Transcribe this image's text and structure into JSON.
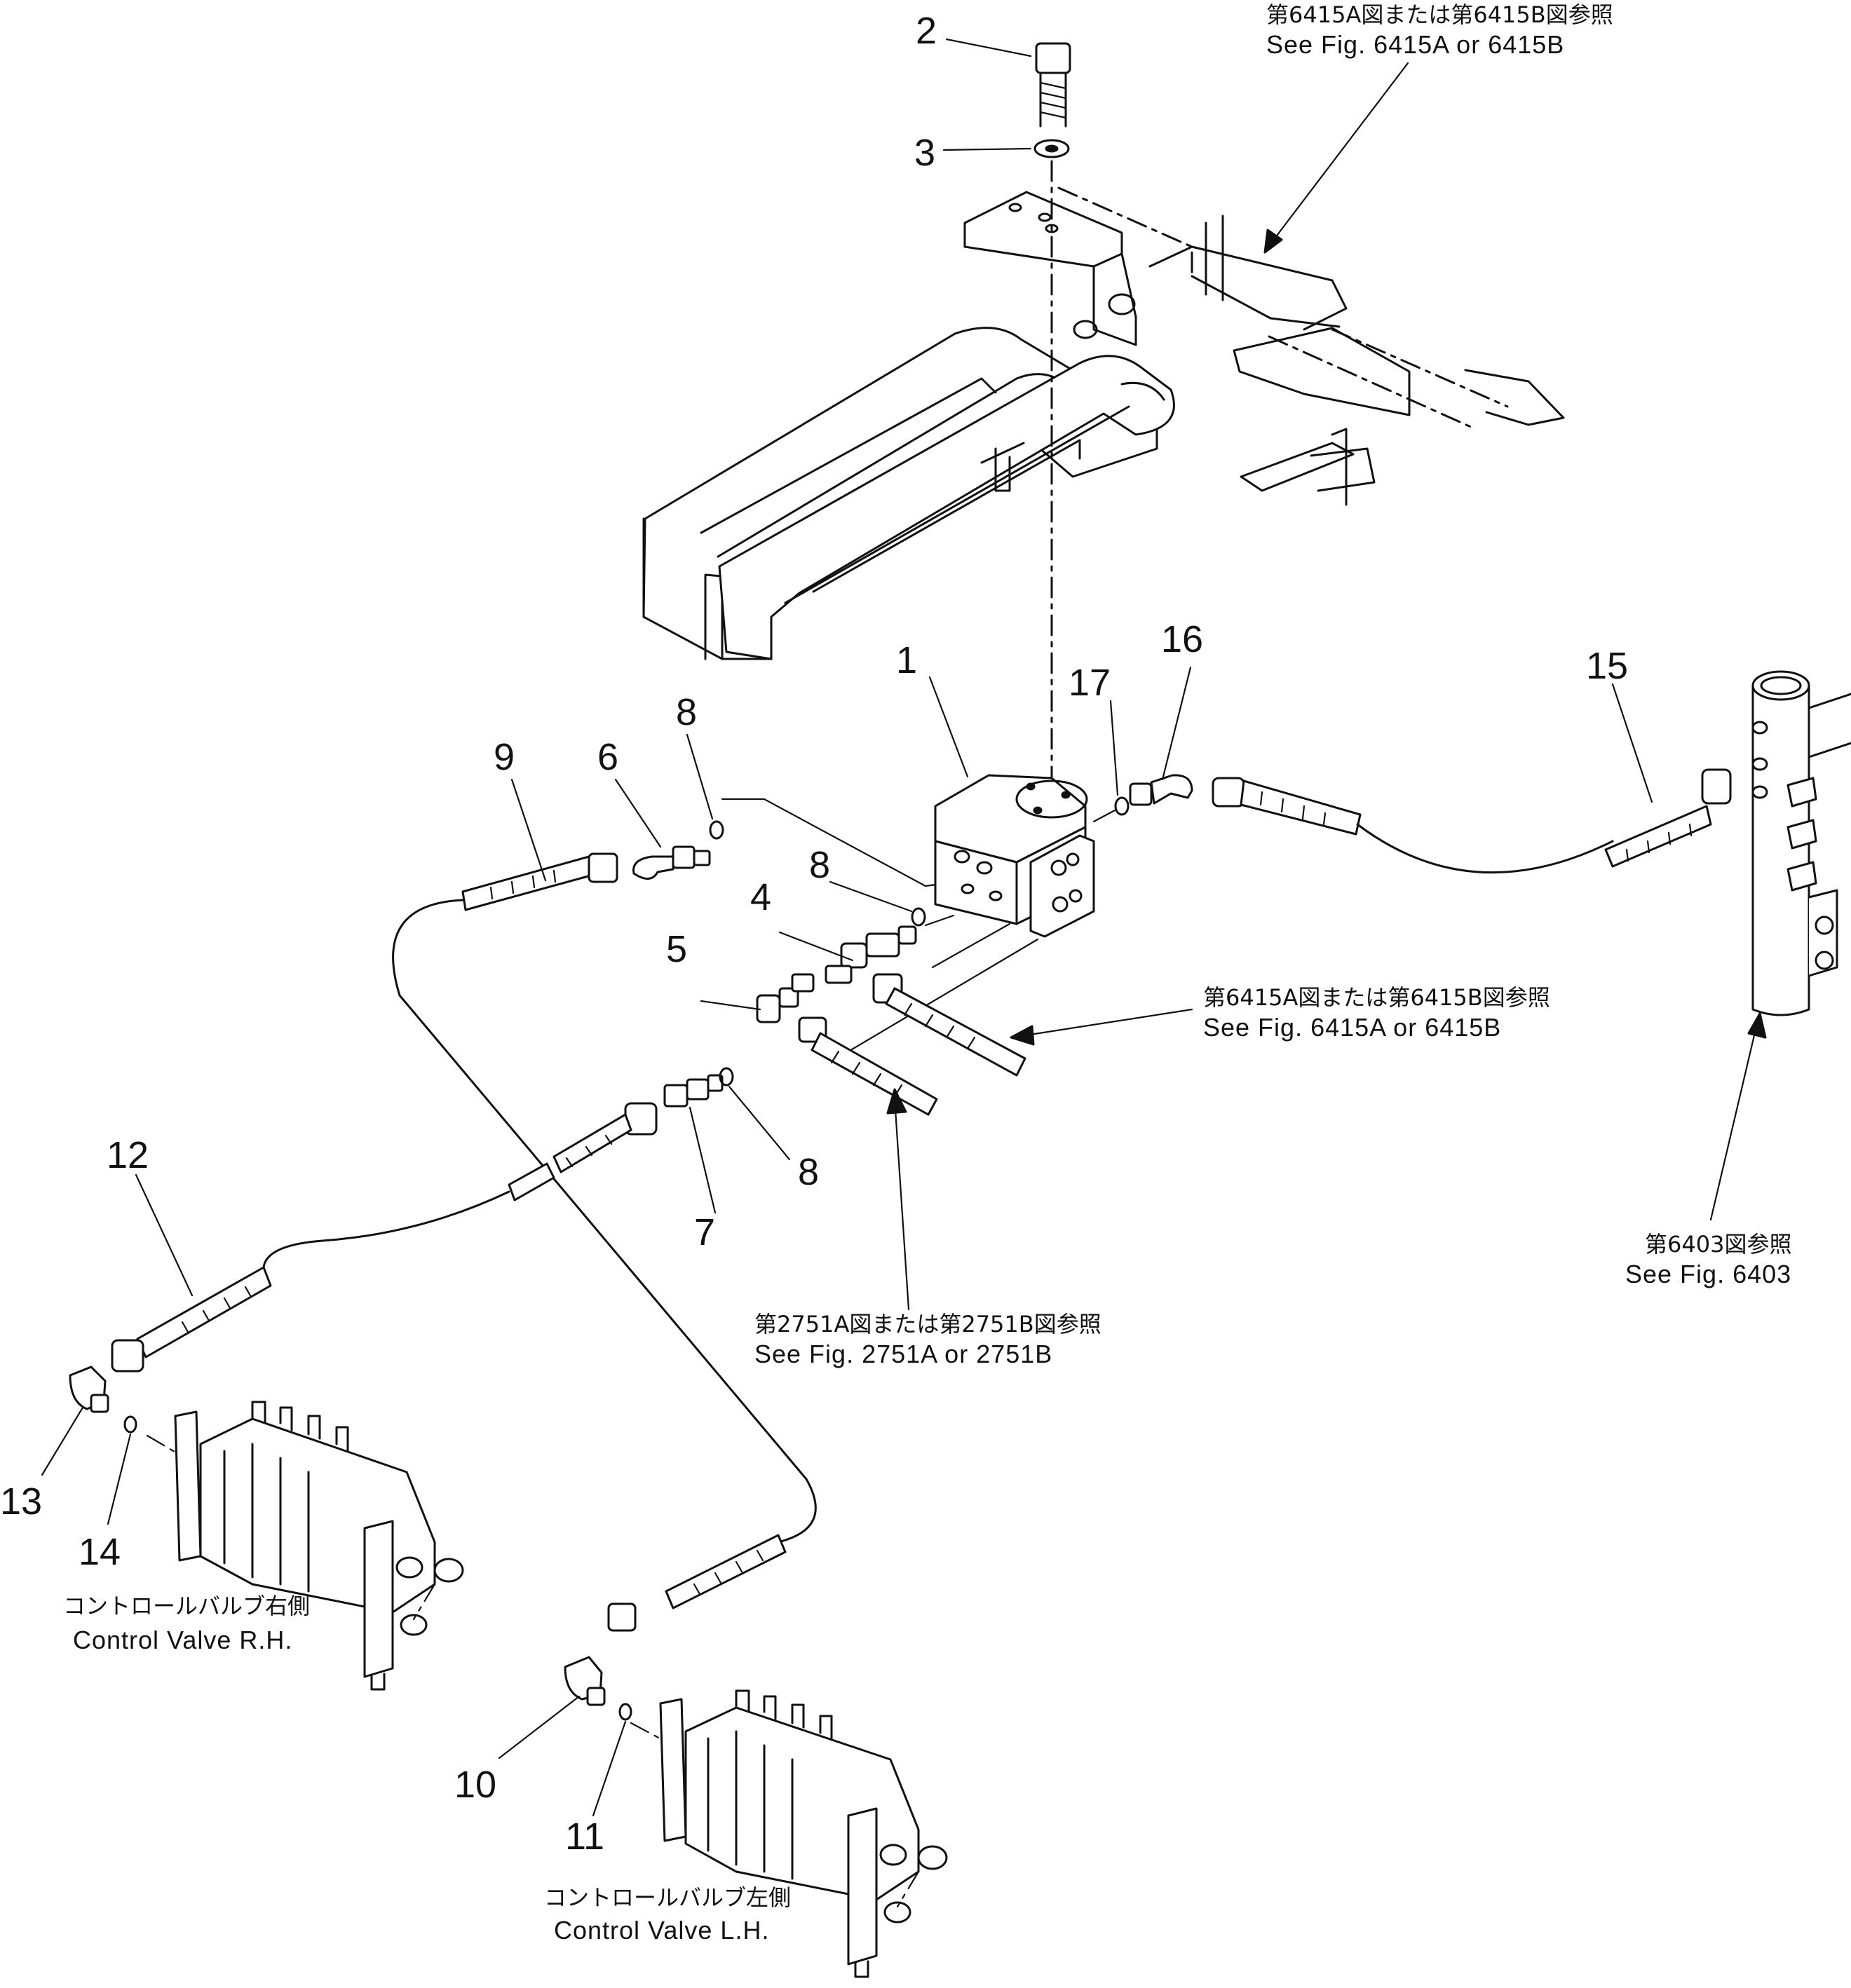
{
  "callouts": {
    "c1": "1",
    "c2": "2",
    "c3": "3",
    "c4": "4",
    "c5": "5",
    "c6": "6",
    "c7": "7",
    "c8a": "8",
    "c8b": "8",
    "c8c": "8",
    "c9": "9",
    "c10": "10",
    "c11": "11",
    "c12": "12",
    "c13": "13",
    "c14": "14",
    "c15": "15",
    "c16": "16",
    "c17": "17"
  },
  "references": {
    "top_jp": "第6415A図または第6415B図参照",
    "top_en": "See Fig. 6415A or 6415B",
    "mid_jp": "第6415A図または第6415B図参照",
    "mid_en": "See Fig. 6415A or 6415B",
    "bottom_jp": "第2751A図または第2751B図参照",
    "bottom_en": "See Fig. 2751A or 2751B",
    "right_jp": "第6403図参照",
    "right_en": "See Fig. 6403"
  },
  "valves": {
    "rh_jp": "コントロールバルブ右側",
    "rh_en": "Control Valve R.H.",
    "lh_jp": "コントロールバルブ左側",
    "lh_en": "Control Valve L.H."
  }
}
